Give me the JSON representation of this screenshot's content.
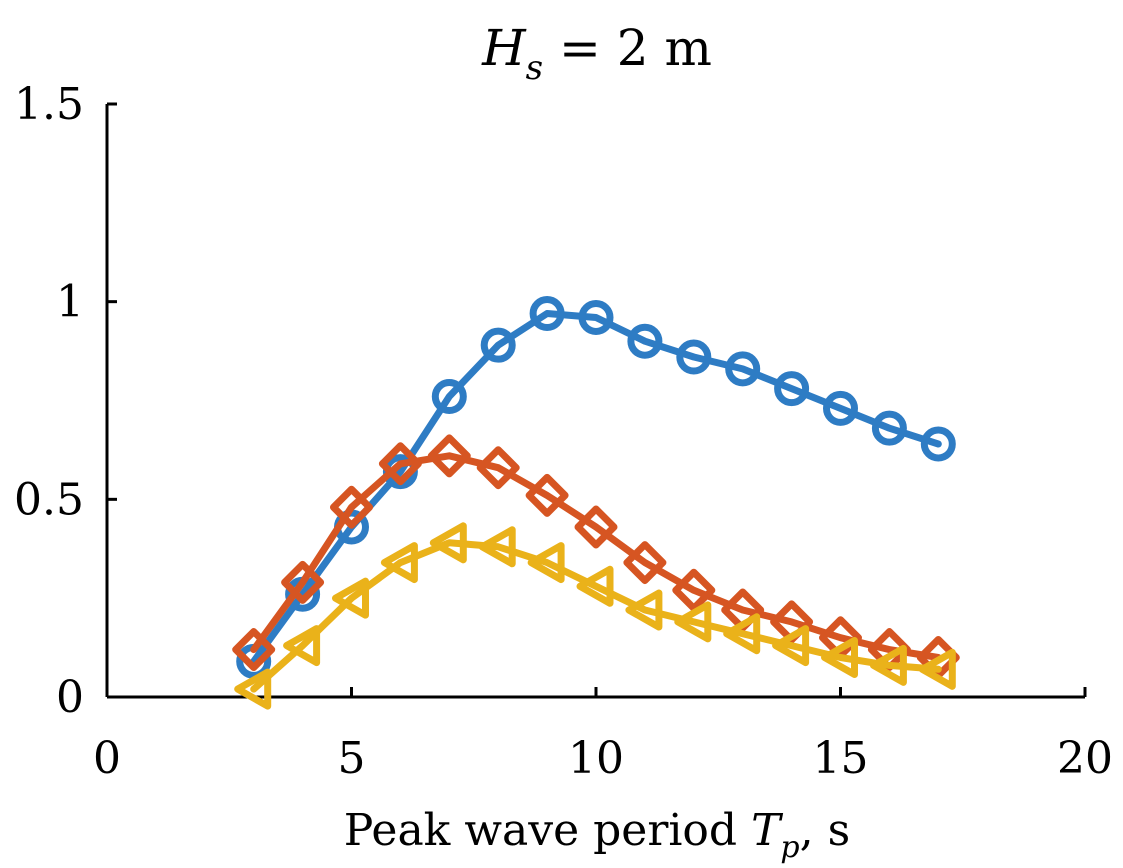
{
  "chart_data": {
    "type": "line",
    "title": {
      "var": "H",
      "sub": "s",
      "rest": " = 2 m"
    },
    "xlabel": {
      "pre": "Peak wave period ",
      "var": "T",
      "sub": "p",
      "post": ", s"
    },
    "ylabel": "",
    "xlim": [
      0,
      20
    ],
    "ylim": [
      0,
      1.5
    ],
    "xticks": [
      0,
      5,
      10,
      15,
      20
    ],
    "xtick_labels": [
      "0",
      "5",
      "10",
      "15",
      "20"
    ],
    "yticks": [
      0,
      0.5,
      1,
      1.5
    ],
    "ytick_labels": [
      "0",
      "0.5",
      "1",
      "1.5"
    ],
    "grid": false,
    "series": [
      {
        "color": "#2e7cc4",
        "marker": "circle",
        "x": [
          3,
          4,
          5,
          6,
          7,
          8,
          9,
          10,
          11,
          12,
          13,
          14,
          15,
          16,
          17
        ],
        "values": [
          0.09,
          0.26,
          0.43,
          0.57,
          0.76,
          0.89,
          0.97,
          0.96,
          0.9,
          0.86,
          0.83,
          0.78,
          0.73,
          0.68,
          0.64
        ]
      },
      {
        "color": "#d65522",
        "marker": "diamond",
        "x": [
          3,
          4,
          5,
          6,
          7,
          8,
          9,
          10,
          11,
          12,
          13,
          14,
          15,
          16,
          17
        ],
        "values": [
          0.12,
          0.29,
          0.48,
          0.59,
          0.61,
          0.58,
          0.51,
          0.43,
          0.34,
          0.27,
          0.22,
          0.19,
          0.15,
          0.12,
          0.1
        ]
      },
      {
        "color": "#eab21a",
        "marker": "triangle-left",
        "x": [
          3,
          4,
          5,
          6,
          7,
          8,
          9,
          10,
          11,
          12,
          13,
          14,
          15,
          16,
          17
        ],
        "values": [
          0.02,
          0.13,
          0.25,
          0.34,
          0.39,
          0.38,
          0.34,
          0.28,
          0.22,
          0.19,
          0.16,
          0.13,
          0.1,
          0.08,
          0.07
        ]
      }
    ]
  }
}
